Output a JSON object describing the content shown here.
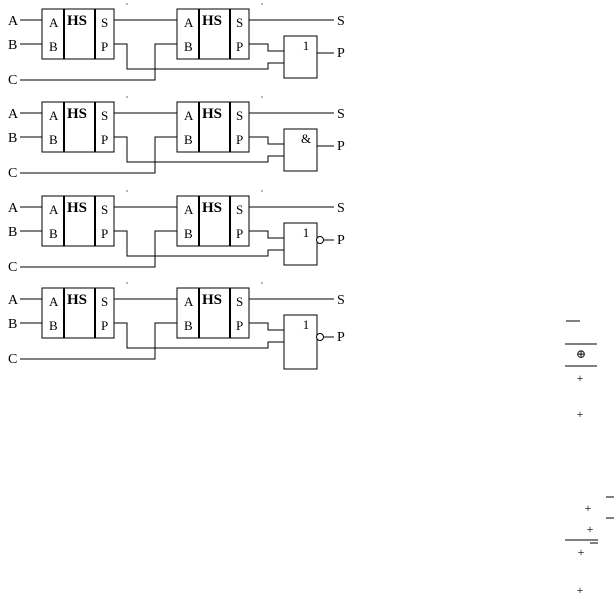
{
  "circuits": [
    {
      "inputs": {
        "a": "A",
        "b": "B",
        "c": "C"
      },
      "hs1": {
        "a": "A",
        "b": "B",
        "title": "HS",
        "s": "S",
        "p": "P"
      },
      "hs2": {
        "a": "A",
        "b": "B",
        "title": "HS",
        "s": "S",
        "p": "P"
      },
      "gate": "1",
      "inverted": false,
      "outputs": {
        "s": "S",
        "p": "P"
      }
    },
    {
      "inputs": {
        "a": "A",
        "b": "B",
        "c": "C"
      },
      "hs1": {
        "a": "A",
        "b": "B",
        "title": "HS",
        "s": "S",
        "p": "P"
      },
      "hs2": {
        "a": "A",
        "b": "B",
        "title": "HS",
        "s": "S",
        "p": "P"
      },
      "gate": "&",
      "inverted": false,
      "outputs": {
        "s": "S",
        "p": "P"
      }
    },
    {
      "inputs": {
        "a": "A",
        "b": "B",
        "c": "C"
      },
      "hs1": {
        "a": "A",
        "b": "B",
        "title": "HS",
        "s": "S",
        "p": "P"
      },
      "hs2": {
        "a": "A",
        "b": "B",
        "title": "HS",
        "s": "S",
        "p": "P"
      },
      "gate": "1",
      "inverted": true,
      "outputs": {
        "s": "S",
        "p": "P"
      }
    },
    {
      "inputs": {
        "a": "A",
        "b": "B",
        "c": "C"
      },
      "hs1": {
        "a": "A",
        "b": "B",
        "title": "HS",
        "s": "S",
        "p": "P"
      },
      "hs2": {
        "a": "A",
        "b": "B",
        "title": "HS",
        "s": "S",
        "p": "P"
      },
      "gate": "1",
      "inverted": true,
      "outputs": {
        "s": "S",
        "p": "P"
      }
    }
  ],
  "side_symbols": {
    "oplus": "⊕",
    "plus": "+"
  }
}
